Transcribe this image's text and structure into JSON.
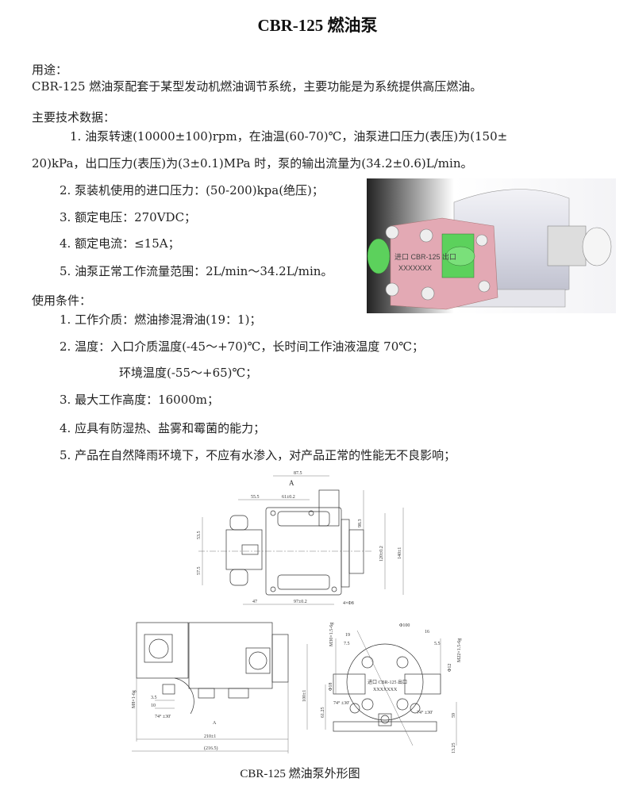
{
  "title": "CBR-125 燃油泵",
  "purpose": {
    "heading": "用途：",
    "text": "CBR-125 燃油泵配套于某型发动机燃油调节系统，主要功能是为系统提供高压燃油。"
  },
  "specs": {
    "heading": "主要技术数据：",
    "items": [
      {
        "line1": "1. 油泵转速(10000±100)rpm，在油温(60-70)℃，油泵进口压力(表压)为(150±",
        "line2": "20)kPa，出口压力(表压)为(3±0.1)MPa 时，泵的输出流量为(34.2±0.6)L/min。"
      },
      {
        "text": "2.  泵装机使用的进口压力：(50-200)kpa(绝压)；"
      },
      {
        "text": "3.  额定电压：270VDC；"
      },
      {
        "text": "4.  额定电流：≤15A；"
      },
      {
        "text": "5.  油泵正常工作流量范围：2L/min～34.2L/min。"
      }
    ]
  },
  "conditions": {
    "heading": "使用条件：",
    "items": [
      {
        "text": "1.  工作介质：燃油掺混滑油(19：1)；"
      },
      {
        "text": "2.  温度：入口介质温度(-45～+70)℃，长时间工作油液温度 70℃；",
        "line2": "环境温度(-55～+65)℃；"
      },
      {
        "text": "3.  最大工作高度：16000m；"
      },
      {
        "text": "4.  应具有防湿热、盐雾和霉菌的能力；"
      },
      {
        "text": "5.  产品在自然降雨环境下，不应有水渗入，对产品正常的性能无不良影响；"
      }
    ]
  },
  "photo": {
    "label_model": "进口 CBR-125 出口",
    "label_serial": "XXXXXXX",
    "colors": {
      "body": "#dcdde6",
      "flange": "#e3a9b4",
      "fitting": "#5cd15c"
    }
  },
  "drawing_top": {
    "labels": [
      "87.5",
      "A",
      "55.5",
      "61±0.2",
      "53.5",
      "57.5",
      "98.3",
      "120±0.2",
      "140±1",
      "47",
      "97±0.2",
      "4×Φ8"
    ]
  },
  "drawing_side": {
    "labels": [
      "M8×1-6g",
      "3.5",
      "10",
      "74° ±30'",
      "A",
      "210±1",
      "(216.5)"
    ]
  },
  "drawing_front": {
    "labels": [
      "M30×1.5-6g",
      "Φ100",
      "19",
      "7.5",
      "16",
      "5.5",
      "Φ12",
      "M22×1.5-6g",
      "Φ18",
      "100±1",
      "61.25",
      "74° ±30'",
      "74° ±30'",
      "59",
      "13.25",
      "进口 CBR-125 出口",
      "XXXXXXX"
    ]
  },
  "caption": "CBR-125 燃油泵外形图"
}
